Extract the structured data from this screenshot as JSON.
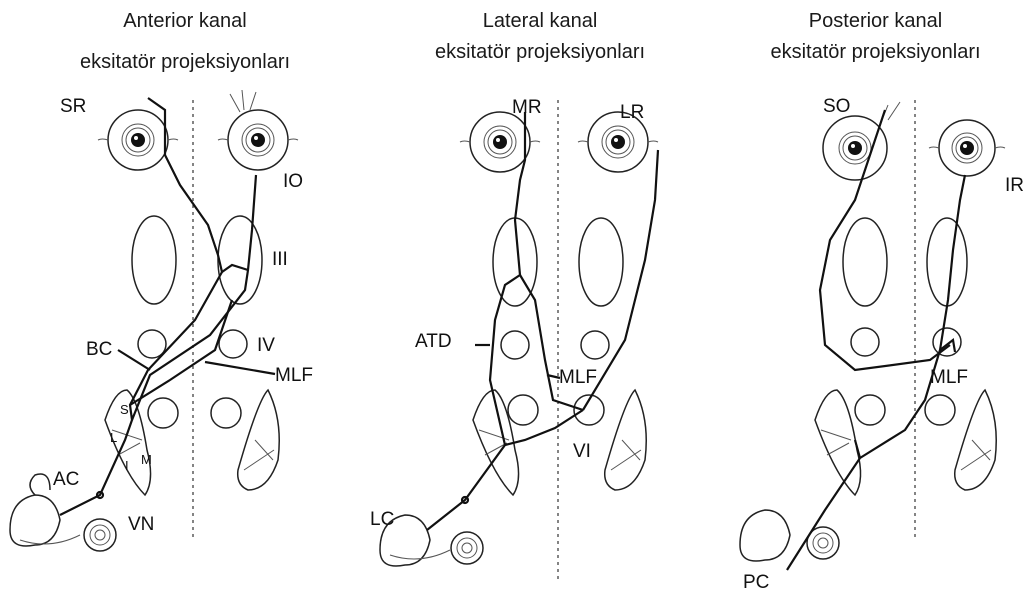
{
  "panels": [
    {
      "title_line1": "Anterior kanal",
      "title_line2": "eksitatör projeksiyonları",
      "labels": {
        "sr": "SR",
        "io": "IO",
        "iii": "III",
        "iv": "IV",
        "bc": "BC",
        "mlf": "MLF",
        "s": "S",
        "l": "L",
        "i": "I",
        "m": "M",
        "ac": "AC",
        "vn": "VN"
      }
    },
    {
      "title_line1": "Lateral kanal",
      "title_line2": "eksitatör projeksiyonları",
      "labels": {
        "mr": "MR",
        "lr": "LR",
        "atd": "ATD",
        "mlf": "MLF",
        "vi": "VI",
        "lc": "LC"
      }
    },
    {
      "title_line1": "Posterior kanal",
      "title_line2": "eksitatör projeksiyonları",
      "labels": {
        "so": "SO",
        "ir": "IR",
        "mlf": "MLF",
        "pc": "PC"
      }
    }
  ]
}
